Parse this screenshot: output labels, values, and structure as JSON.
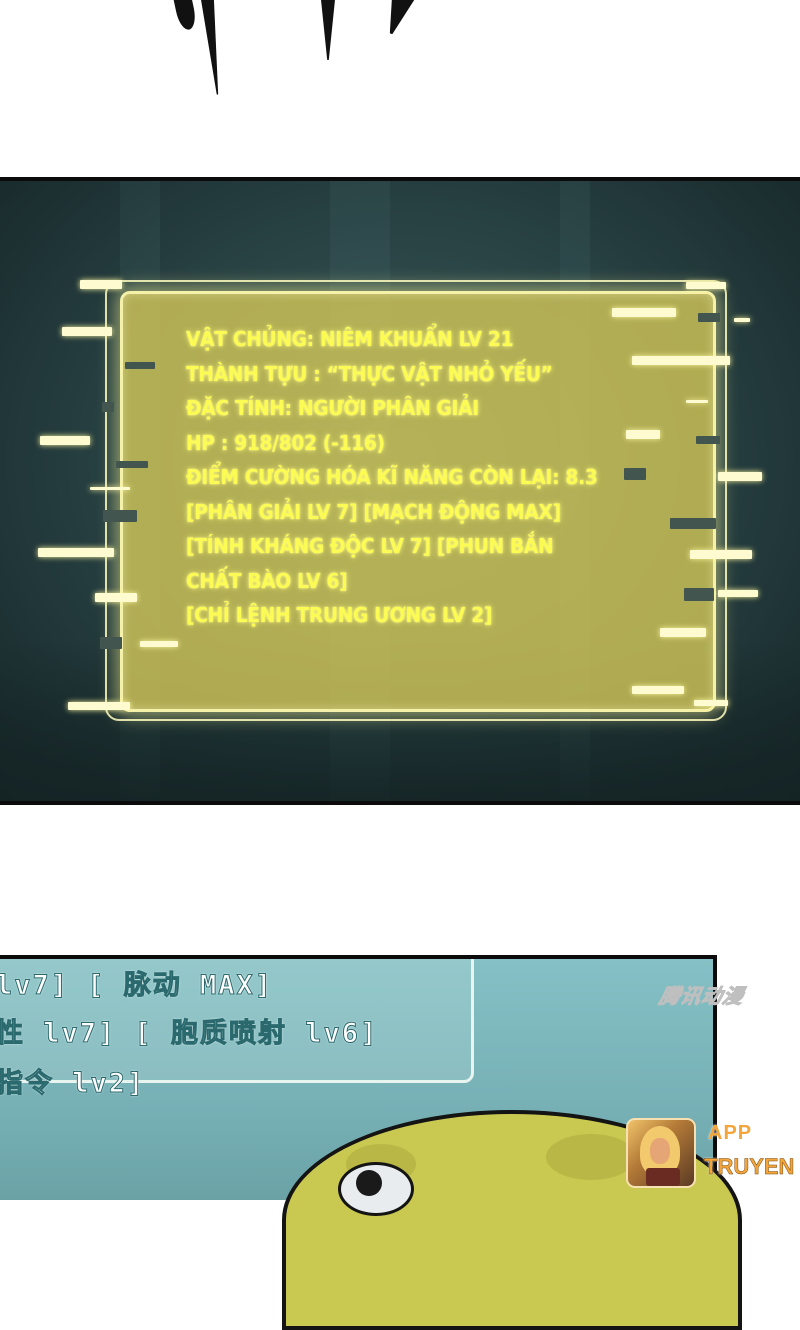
{
  "status_panel": {
    "lines": [
      "VẬT CHỦNG: NIÊM KHUẨN LV 21",
      "THÀNH TỰU : “THỰC VẬT NHỎ YẾU”",
      "ĐẶC TÍNH: NGƯỜI PHÂN GIẢI",
      "HP : 918/802 (-116)",
      "ĐIỂM CƯỜNG HÓA KĨ NĂNG CÒN LẠI: 8.3",
      "[PHÂN GIẢI LV 7] [MẠCH ĐỘNG MAX]",
      "[TÍNH KHÁNG ĐỘC LV 7] [PHUN BẮN",
      "CHẤT BÀO LV 6]",
      "[CHỈ LỆNH TRUNG ƯƠNG LV 2]"
    ],
    "text_color": "#fbfb54",
    "box_color": "#d0c458"
  },
  "original_panel": {
    "lines": [
      "lv7]  [ 脉动 MAX]",
      "性 lv7] [ 胞质喷射 lv6]",
      "指令 lv2]"
    ]
  },
  "watermark": "腾讯动漫",
  "logo": {
    "line1": "APP",
    "line2": "TRUYEN",
    "accent": "#f4a53a"
  }
}
